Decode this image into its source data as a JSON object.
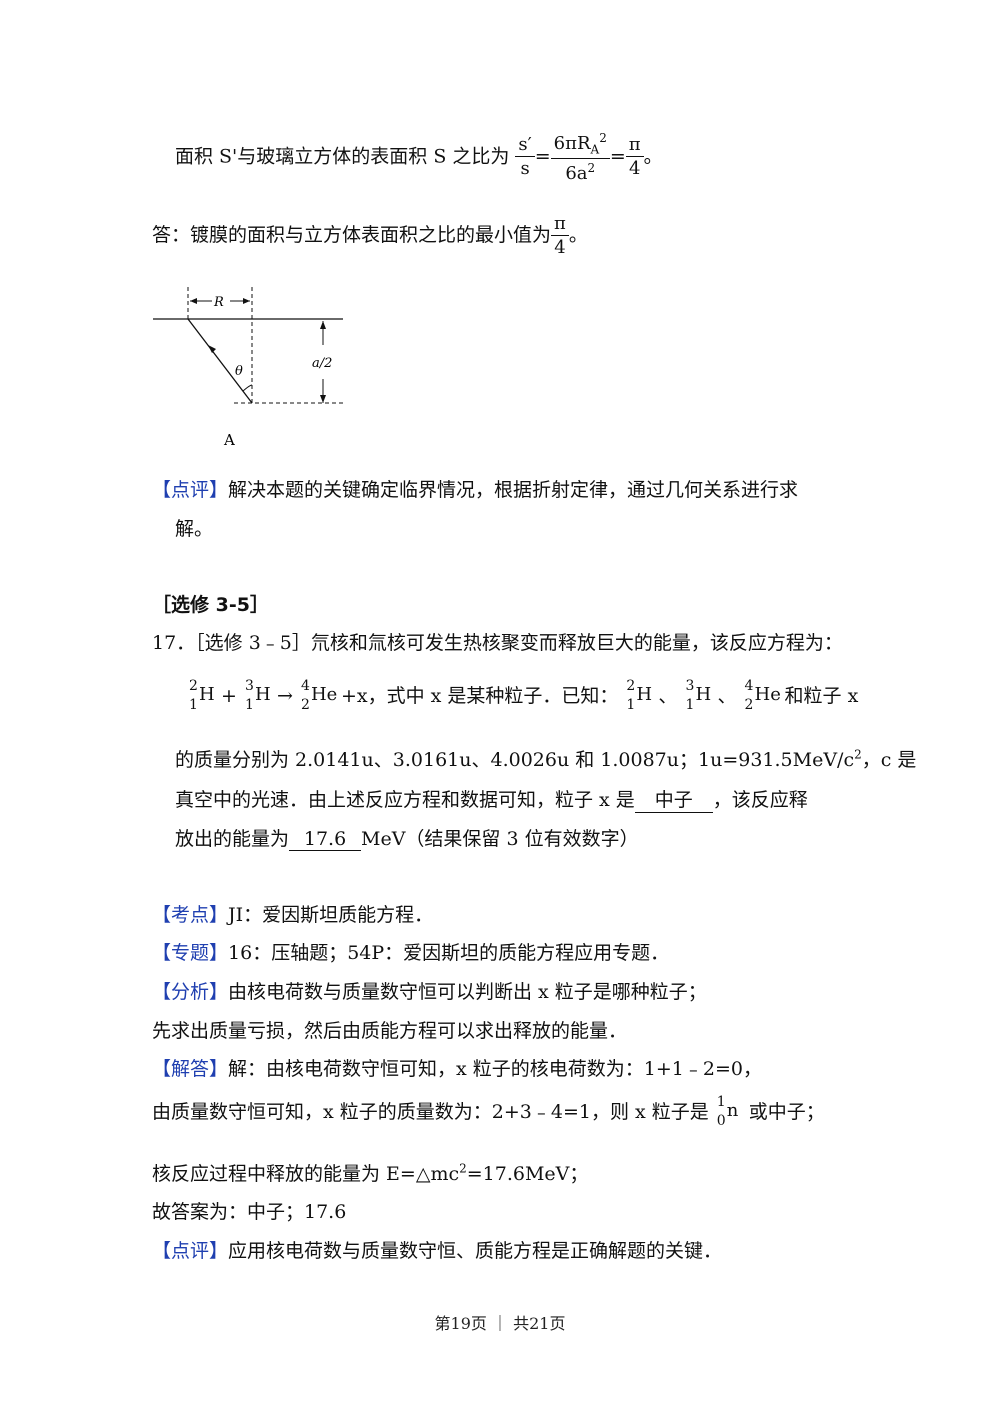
{
  "line1": {
    "text": "面积 S'与玻璃立方体的表面积 S 之比为",
    "f1_num": "s′",
    "f1_den": "s",
    "eq1": "=",
    "f2_num": "6πR",
    "f2_sub": "A",
    "f2_sup": "2",
    "f2_den": "6a",
    "f2_den_sup": "2",
    "eq2": "=",
    "f3_num": "π",
    "f3_den": "4",
    "end": "。"
  },
  "answer": {
    "text": "答：镀膜的面积与立方体表面积之比的最小值为",
    "num": "π",
    "den": "4",
    "end": "。"
  },
  "figure": {
    "label_R": "R",
    "label_a2": "a/2",
    "label_theta": "θ",
    "label_A": "A"
  },
  "comment1": {
    "tag": "【点评】",
    "text": "解决本题的关键确定临界情况，根据折射定律，通过几何关系进行求",
    "text2": "解。"
  },
  "section": "［选修 3-5］",
  "q17": {
    "head": "17．［选修 3﹣5］氘核和氚核可发生热核聚变而释放巨大的能量，该反应方程为：",
    "eq_plus1": "+",
    "eq_arrow": "→",
    "eq_tail": "+x，式中 x 是某种粒子．已知：",
    "sep1": "、",
    "sep2": "、",
    "tail2": "和粒子 x",
    "nuclides": {
      "h2": {
        "mass": "2",
        "charge": "1",
        "sym": "H"
      },
      "h3": {
        "mass": "3",
        "charge": "1",
        "sym": "H"
      },
      "he4": {
        "mass": "4",
        "charge": "2",
        "sym": "He"
      }
    },
    "line3": "的质量分别为 2.0141u、3.0161u、4.0026u 和 1.0087u；1u=931.5MeV/c",
    "line3_sup": "2",
    "line3_end": "，c 是",
    "line4_a": "真空中的光速．由上述反应方程和数据可知，粒子 x 是",
    "blank1": "中子",
    "line4_b": "，该反应释",
    "line5_a": "放出的能量为",
    "blank2": "17.6",
    "line5_b": "MeV（结果保留 3 位有效数字）"
  },
  "kaodian": {
    "tag": "【考点】",
    "text": "JI：爱因斯坦质能方程．"
  },
  "zhuanti": {
    "tag": "【专题】",
    "text": "16：压轴题；54P：爱因斯坦的质能方程应用专题．"
  },
  "fenxi": {
    "tag": "【分析】",
    "text": "由核电荷数与质量数守恒可以判断出 x 粒子是哪种粒子；",
    "text2": "先求出质量亏损，然后由质能方程可以求出释放的能量．"
  },
  "jieda": {
    "tag": "【解答】",
    "text": "解：由核电荷数守恒可知，x 粒子的核电荷数为：1+1﹣2=0，",
    "text2": "由质量数守恒可知，x 粒子的质量数为：2+3﹣4=1，则 x 粒子是",
    "n_mass": "1",
    "n_charge": "0",
    "n_sym": "n",
    "text2_end": "或中子；",
    "text3": "核反应过程中释放的能量为 E=△mc",
    "text3_sup": "2",
    "text3_end": "=17.6MeV；",
    "text4": "故答案为：中子；17.6"
  },
  "comment2": {
    "tag": "【点评】",
    "text": "应用核电荷数与质量数守恒、质能方程是正确解题的关键．"
  },
  "footer": "第19页 ｜ 共21页"
}
